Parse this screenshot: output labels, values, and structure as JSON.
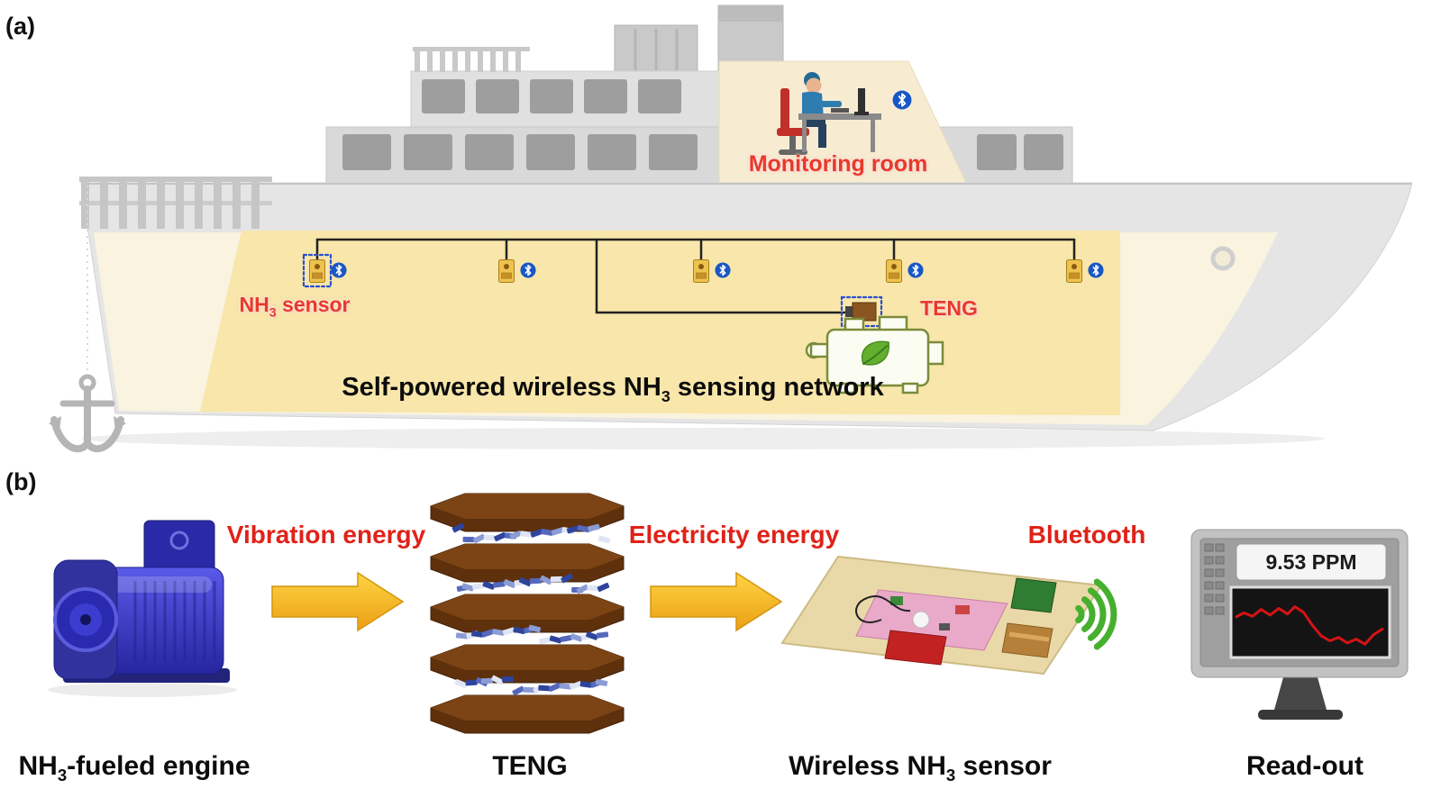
{
  "panel_a": {
    "label": "(a)",
    "monitoring_room_label": "Monitoring room",
    "nh3_sensor_label": {
      "prefix": "NH",
      "sub": "3",
      "suffix": " sensor"
    },
    "teng_label": "TENG",
    "network_caption": {
      "prefix": "Self-powered wireless NH",
      "sub": "3",
      "suffix": " sensing network"
    }
  },
  "panel_b": {
    "label": "(b)",
    "flow_labels": {
      "vibration": "Vibration energy",
      "electricity": "Electricity energy",
      "bluetooth": "Bluetooth"
    },
    "captions": {
      "engine": {
        "prefix": "NH",
        "sub": "3",
        "suffix": "-fueled engine"
      },
      "teng": "TENG",
      "sensor": {
        "prefix": "Wireless NH",
        "sub": "3",
        "suffix": " sensor"
      },
      "readout": "Read-out"
    },
    "readout": {
      "value": "9.53 PPM",
      "curve": [
        [
          0,
          40
        ],
        [
          5,
          33
        ],
        [
          11,
          39
        ],
        [
          17,
          27
        ],
        [
          23,
          37
        ],
        [
          29,
          25
        ],
        [
          35,
          35
        ],
        [
          40,
          22
        ],
        [
          46,
          32
        ],
        [
          52,
          55
        ],
        [
          58,
          74
        ],
        [
          64,
          83
        ],
        [
          70,
          77
        ],
        [
          76,
          87
        ],
        [
          82,
          80
        ],
        [
          88,
          89
        ],
        [
          94,
          72
        ],
        [
          100,
          62
        ]
      ]
    }
  },
  "colors": {
    "accent_red": "#e02218",
    "cargo_yellow": "#f8e6aa",
    "bluetooth_blue": "#1857c6",
    "signal_green": "#46b02e",
    "engine_blue": "#3434bd",
    "teng_brown": "#7c4414",
    "arrow_yellow": "#f5b323"
  }
}
